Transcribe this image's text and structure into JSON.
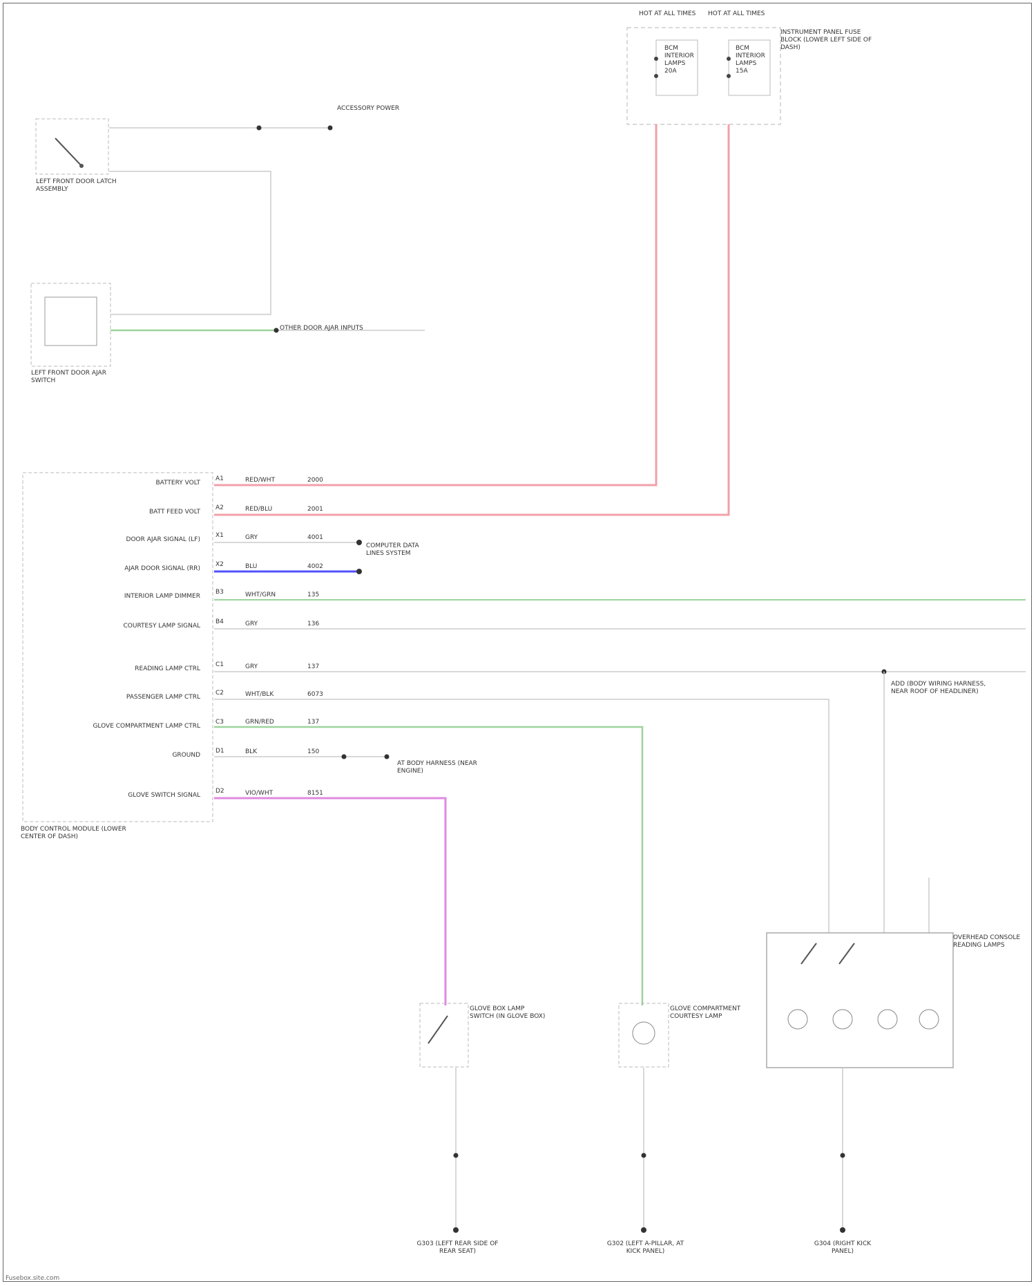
{
  "colors": {
    "wire_red": "#f2a0a8",
    "wire_green": "#9cd49c",
    "wire_blue": "#5050ff",
    "wire_pink": "#e08ae0",
    "wire_gray": "#cfcfcf",
    "box_border": "#b5b5b5"
  },
  "components": {
    "fuse_block_title": "INSTRUMENT PANEL FUSE BLOCK (LOWER LEFT SIDE OF DASH)",
    "fuse_a_header": "HOT AT ALL TIMES",
    "fuse_b_header": "HOT AT ALL TIMES",
    "fuse_a_detail": "BCM INTERIOR LAMPS 20A",
    "fuse_b_detail": "BCM INTERIOR LAMPS 15A",
    "left_door_latch": "LEFT FRONT DOOR LATCH ASSEMBLY",
    "left_door_sensor": "LEFT FRONT DOOR AJAR SWITCH",
    "bcm_title": "BODY CONTROL MODULE (LOWER CENTER OF DASH)",
    "accessory_ground": "ACCESSORY POWER",
    "other_door_inputs": "OTHER DOOR AJAR INPUTS",
    "comm_bus": "COMPUTER DATA LINES SYSTEM",
    "ground_ref": "AT BODY HARNESS (NEAR ENGINE)",
    "glove_box_switch": "GLOVE BOX LAMP SWITCH (IN GLOVE BOX)",
    "glove_lamp": "GLOVE COMPARTMENT COURTESY LAMP",
    "overhead_console": "OVERHEAD CONSOLE READING LAMPS",
    "body_harness_note": "ADD (BODY WIRING HARNESS, NEAR ROOF OF HEADLINER)",
    "ground_1": "G303 (LEFT REAR SIDE OF REAR SEAT)",
    "ground_2": "G302 (LEFT A-PILLAR, AT KICK PANEL)",
    "ground_3": "G304 (RIGHT KICK PANEL)",
    "footer": "Fusebox.site.com"
  },
  "bcm_pins": [
    {
      "name": "BATTERY VOLT",
      "pin": "A1"
    },
    {
      "name": "BATT FEED VOLT",
      "pin": "A2"
    },
    {
      "name": "DOOR AJAR SIGNAL (LF)",
      "pin": "X1"
    },
    {
      "name": "AJAR DOOR SIGNAL (RR)",
      "pin": "X2"
    },
    {
      "name": "INTERIOR LAMP DIMMER",
      "pin": "B3"
    },
    {
      "name": "COURTESY LAMP SIGNAL",
      "pin": "B4"
    },
    {
      "name": "READING LAMP CTRL",
      "pin": "C1"
    },
    {
      "name": "PASSENGER LAMP CTRL",
      "pin": "C2"
    },
    {
      "name": "GLOVE COMPARTMENT LAMP CTRL",
      "pin": "C3"
    },
    {
      "name": "GROUND",
      "pin": "D1"
    },
    {
      "name": "GLOVE SWITCH SIGNAL",
      "pin": "D2"
    }
  ],
  "wire_codes": {
    "w1": "RED/WHT",
    "w1c": "2000",
    "w2": "RED/BLU",
    "w2c": "2001",
    "w3": "GRY",
    "w3c": "4001",
    "w4": "BLU",
    "w4c": "4002",
    "w5": "WHT/GRN",
    "w5c": "135",
    "w6": "GRY",
    "w6c": "136",
    "w7": "GRY",
    "w7c": "137",
    "w8": "WHT/BLK",
    "w8c": "6073",
    "w9": "GRN/RED",
    "w9c": "137",
    "w10": "BLK",
    "w10c": "150",
    "w11": "VIO/WHT",
    "w11c": "8151"
  }
}
